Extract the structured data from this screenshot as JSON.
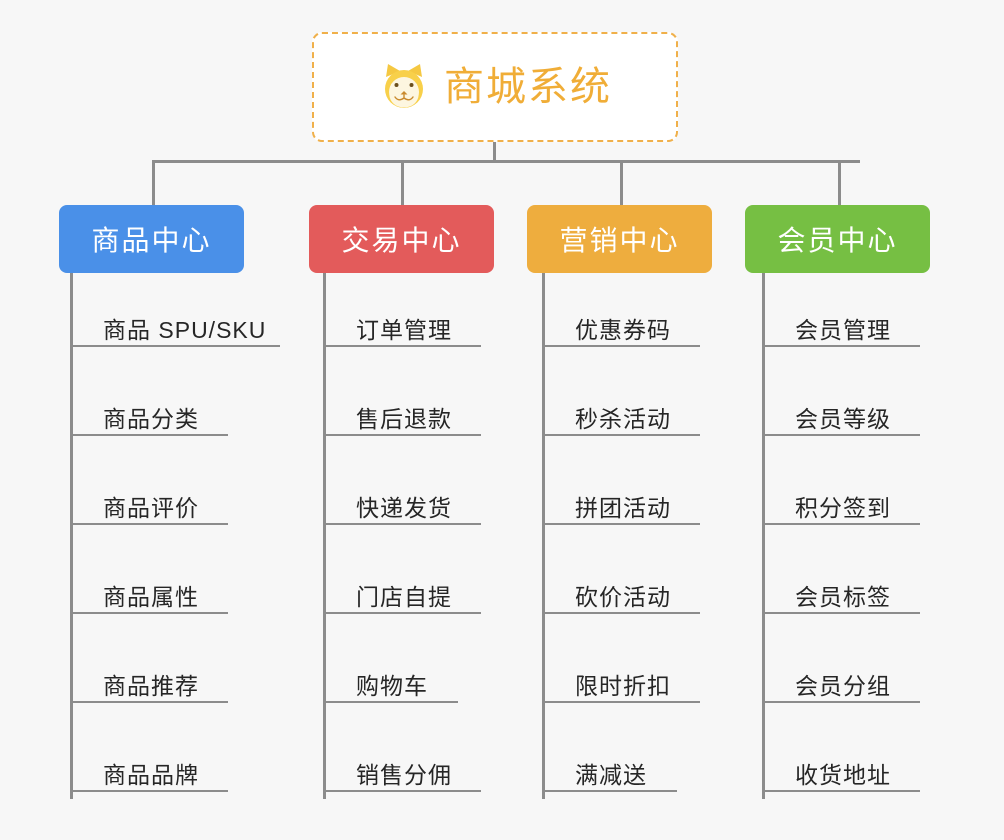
{
  "page": {
    "background_color": "#f7f7f7",
    "line_color": "#8c8c8c",
    "leaf_text_color": "#262626"
  },
  "root": {
    "title": "商城系统",
    "icon": "shiba-dog-face-icon",
    "accent_color": "#f0ad37",
    "border_color": "#f0b04a",
    "background_color": "#ffffff"
  },
  "branches": [
    {
      "title": "商品中心",
      "color": "#4a90e8",
      "items": [
        "商品 SPU/SKU",
        "商品分类",
        "商品评价",
        "商品属性",
        "商品推荐",
        "商品品牌"
      ]
    },
    {
      "title": "交易中心",
      "color": "#e35b5b",
      "items": [
        "订单管理",
        "售后退款",
        "快递发货",
        "门店自提",
        "购物车",
        "销售分佣"
      ]
    },
    {
      "title": "营销中心",
      "color": "#eead3e",
      "items": [
        "优惠券码",
        "秒杀活动",
        "拼团活动",
        "砍价活动",
        "限时折扣",
        "满减送"
      ]
    },
    {
      "title": "会员中心",
      "color": "#76bf43",
      "items": [
        "会员管理",
        "会员等级",
        "积分签到",
        "会员标签",
        "会员分组",
        "收货地址"
      ]
    }
  ]
}
